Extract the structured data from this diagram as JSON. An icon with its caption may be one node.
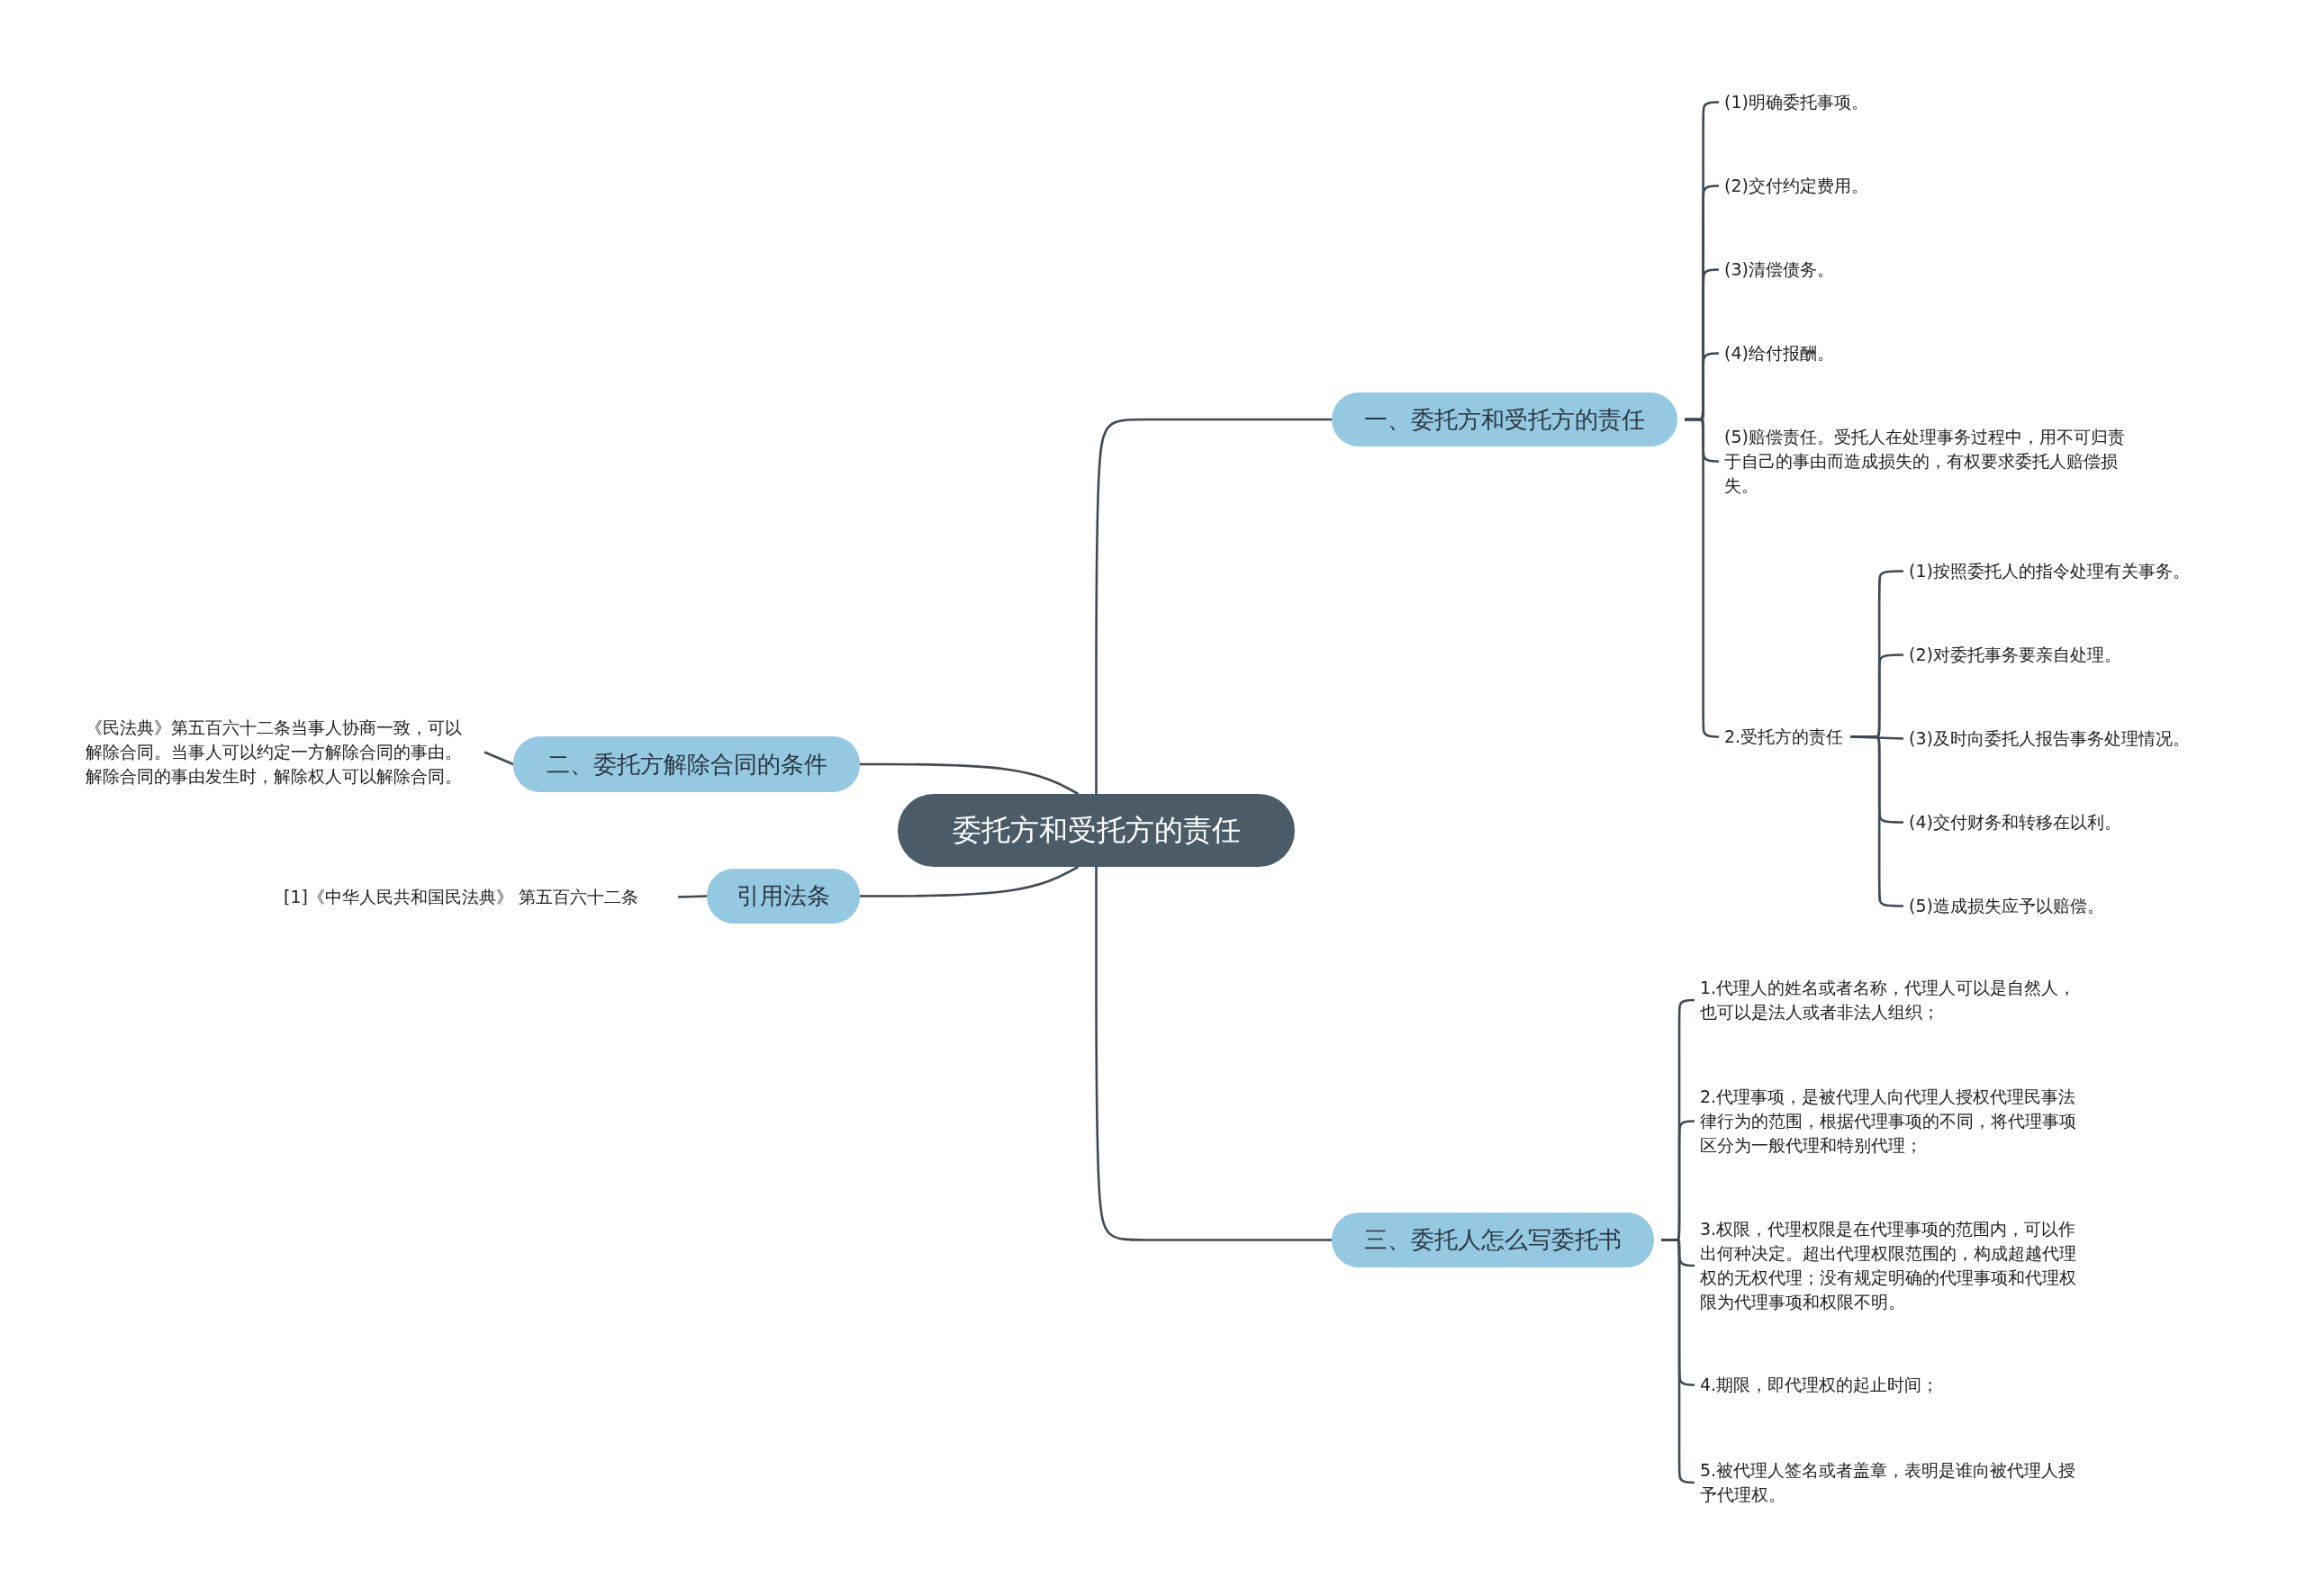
{
  "diagram": {
    "nodes": [
      {
        "text": [
          "委托方和受托方的责任"
        ]
      },
      {
        "text": [
          "一、委托方和受托方的责任"
        ]
      },
      {
        "text": [
          "(1)明确委托事项。"
        ]
      },
      {
        "text": [
          "(2)交付约定费用。"
        ]
      },
      {
        "text": [
          "(3)清偿债务。"
        ]
      },
      {
        "text": [
          "(4)给付报酬。"
        ]
      },
      {
        "text": [
          "(5)赔偿责任。受托人在处理事务过程中，用不可归责于自己的事由而造成损失的，有权要求委托人赔偿损失。"
        ]
      },
      {
        "text": [
          "2.受托方的责任"
        ]
      },
      {
        "text": [
          "(1)按照委托人的指令处理有关事务。"
        ]
      },
      {
        "text": [
          "(2)对委托事务要亲自处理。"
        ]
      },
      {
        "text": [
          "(3)及时向委托人报告事务处理情况。"
        ]
      },
      {
        "text": [
          "(4)交付财务和转移在以利。"
        ]
      },
      {
        "text": [
          "(5)造成损失应予以赔偿。"
        ]
      },
      {
        "text": [
          "二、委托方解除合同的条件"
        ]
      },
      {
        "text": [
          "《民法典》第五百六十二条当事人协商一致，可以解除合同。当事人可以约定一方解除合同的事由。解除合同的事由发生时，解除权人可以解除合同。"
        ]
      },
      {
        "text": [
          "引用法条"
        ]
      },
      {
        "text": [
          "[1]《中华人民共和国民法典》 第五百六十二条"
        ]
      },
      {
        "text": [
          "三、委托人怎么写委托书"
        ]
      },
      {
        "text": [
          "1.代理人的姓名或者名称，代理人可以是自然人，也可以是法人或者非法人组织；"
        ]
      },
      {
        "text": [
          "2.代理事项，是被代理人向代理人授权代理民事法律行为的范围，根据代理事项的不同，将代理事项区分为一般代理和特别代理；"
        ]
      },
      {
        "text": [
          "3.权限，代理权限是在代理事项的范围内，可以作出何种决定。超出代理权限范围的，构成超越代理权的无权代理；没有规定明确的代理事项和代理权限为代理事项和权限不明。"
        ]
      },
      {
        "text": [
          "4.期限，即代理权的起止时间；"
        ]
      },
      {
        "text": [
          "5.被代理人签名或者盖章，表明是谁向被代理人授予代理权。"
        ]
      }
    ],
    "edges": [
      {
        "from": 0,
        "to": 1,
        "arrow": "none"
      },
      {
        "from": 1,
        "to": 2,
        "arrow": "none"
      },
      {
        "from": 1,
        "to": 3,
        "arrow": "none"
      },
      {
        "from": 1,
        "to": 4,
        "arrow": "none"
      },
      {
        "from": 1,
        "to": 5,
        "arrow": "none"
      },
      {
        "from": 1,
        "to": 6,
        "arrow": "none"
      },
      {
        "from": 1,
        "to": 7,
        "arrow": "none"
      },
      {
        "from": 7,
        "to": 8,
        "arrow": "none"
      },
      {
        "from": 7,
        "to": 9,
        "arrow": "none"
      },
      {
        "from": 7,
        "to": 10,
        "arrow": "none"
      },
      {
        "from": 7,
        "to": 11,
        "arrow": "none"
      },
      {
        "from": 7,
        "to": 12,
        "arrow": "none"
      },
      {
        "from": 0,
        "to": 13,
        "arrow": "none"
      },
      {
        "from": 13,
        "to": 14,
        "arrow": "none"
      },
      {
        "from": 0,
        "to": 15,
        "arrow": "none"
      },
      {
        "from": 15,
        "to": 16,
        "arrow": "none"
      },
      {
        "from": 0,
        "to": 17,
        "arrow": "none"
      },
      {
        "from": 17,
        "to": 18,
        "arrow": "none"
      },
      {
        "from": 17,
        "to": 19,
        "arrow": "none"
      },
      {
        "from": 17,
        "to": 20,
        "arrow": "none"
      },
      {
        "from": 17,
        "to": 21,
        "arrow": "none"
      },
      {
        "from": 17,
        "to": 22,
        "arrow": "none"
      }
    ]
  }
}
